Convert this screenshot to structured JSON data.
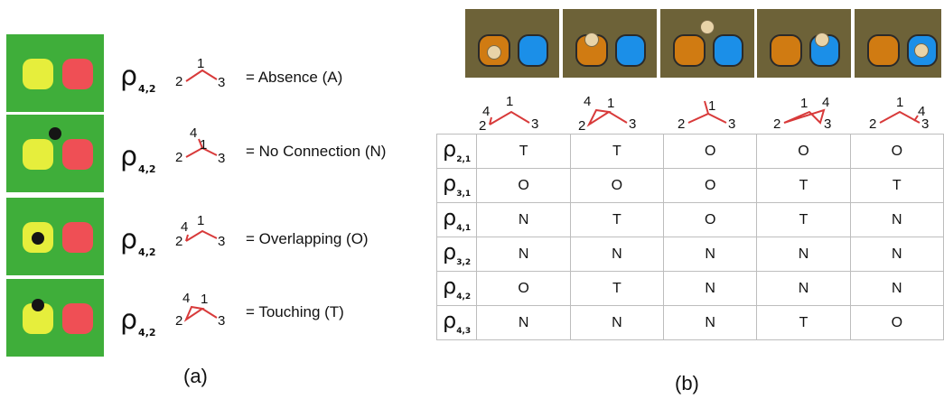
{
  "part_a": {
    "caption": "(a)",
    "rows": [
      {
        "rho": "ρ",
        "sub": "4,2",
        "label": "= Absence (A)",
        "glyph": {
          "n1": "1",
          "n2": "2",
          "n3": "3"
        }
      },
      {
        "rho": "ρ",
        "sub": "4,2",
        "label": "= No Connection (N)",
        "glyph": {
          "n1": "1",
          "n2": "2",
          "n3": "3",
          "n4": "4"
        }
      },
      {
        "rho": "ρ",
        "sub": "4,2",
        "label": "= Overlapping (O)",
        "glyph": {
          "n1": "1",
          "n2": "2",
          "n3": "3",
          "n4": "4"
        }
      },
      {
        "rho": "ρ",
        "sub": "4,2",
        "label": "= Touching (T)",
        "glyph": {
          "n1": "1",
          "n2": "2",
          "n3": "3",
          "n4": "4"
        }
      }
    ]
  },
  "part_b": {
    "caption": "(b)",
    "glyphs": [
      {
        "n1": "1",
        "n2": "2",
        "n3": "3",
        "n4": "4"
      },
      {
        "n1": "1",
        "n2": "2",
        "n3": "3",
        "n4": "4"
      },
      {
        "n1": "1",
        "n2": "2",
        "n3": "3"
      },
      {
        "n1": "1",
        "n2": "2",
        "n3": "3",
        "n4": "4"
      },
      {
        "n1": "1",
        "n2": "2",
        "n3": "3",
        "n4": "4"
      }
    ],
    "rows": [
      {
        "rho": "ρ",
        "sub": "2,1",
        "values": [
          "T",
          "T",
          "O",
          "O",
          "O"
        ]
      },
      {
        "rho": "ρ",
        "sub": "3,1",
        "values": [
          "O",
          "O",
          "O",
          "T",
          "T"
        ]
      },
      {
        "rho": "ρ",
        "sub": "4,1",
        "values": [
          "N",
          "T",
          "O",
          "T",
          "N"
        ]
      },
      {
        "rho": "ρ",
        "sub": "3,2",
        "values": [
          "N",
          "N",
          "N",
          "N",
          "N"
        ]
      },
      {
        "rho": "ρ",
        "sub": "4,2",
        "values": [
          "O",
          "T",
          "N",
          "N",
          "N"
        ]
      },
      {
        "rho": "ρ",
        "sub": "4,3",
        "values": [
          "N",
          "N",
          "N",
          "T",
          "O"
        ]
      }
    ]
  },
  "colors": {
    "scene_a_bg": "#3fae3a",
    "yellow_object": "#e6ee3c",
    "red_object": "#ef4f55",
    "scene_b_bg": "#6d6238",
    "orange_object": "#d07b12",
    "blue_object": "#1b8fe8",
    "edge": "#d83a3a"
  }
}
